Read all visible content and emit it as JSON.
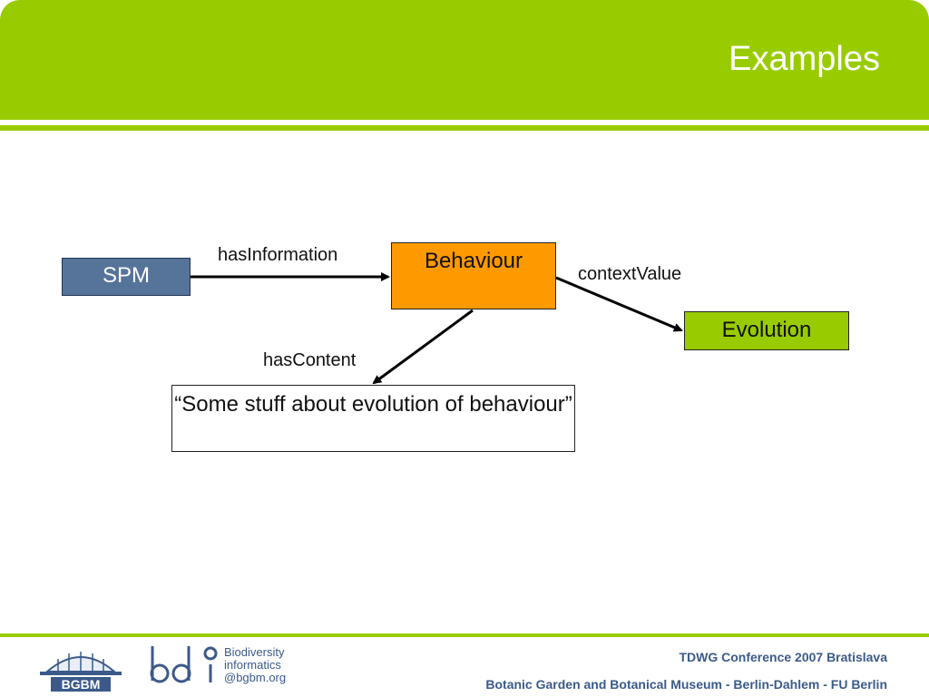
{
  "slide": {
    "title": "Examples"
  },
  "diagram": {
    "nodes": {
      "spm": "SPM",
      "behaviour": "Behaviour",
      "evolution": "Evolution",
      "content": "“Some stuff about evolution of behaviour”"
    },
    "edges": {
      "has_information": "hasInformation",
      "context_value": "contextValue",
      "has_content": "hasContent"
    }
  },
  "footer": {
    "conference": "TDWG Conference 2007 Bratislava",
    "institution": "Botanic Garden and Botanical Museum - Berlin-Dahlem - FU Berlin",
    "bgbm_logo_text": "BGBM",
    "bdi_line1": "Biodiversity",
    "bdi_line2": "informatics",
    "bdi_line3": "@bgbm.org"
  },
  "colors": {
    "header_green": "#99cc00",
    "spm_blue": "#56739a",
    "behaviour_orange": "#ff9900",
    "evolution_green": "#99cc00",
    "footer_text_blue": "#3b5a8a"
  }
}
